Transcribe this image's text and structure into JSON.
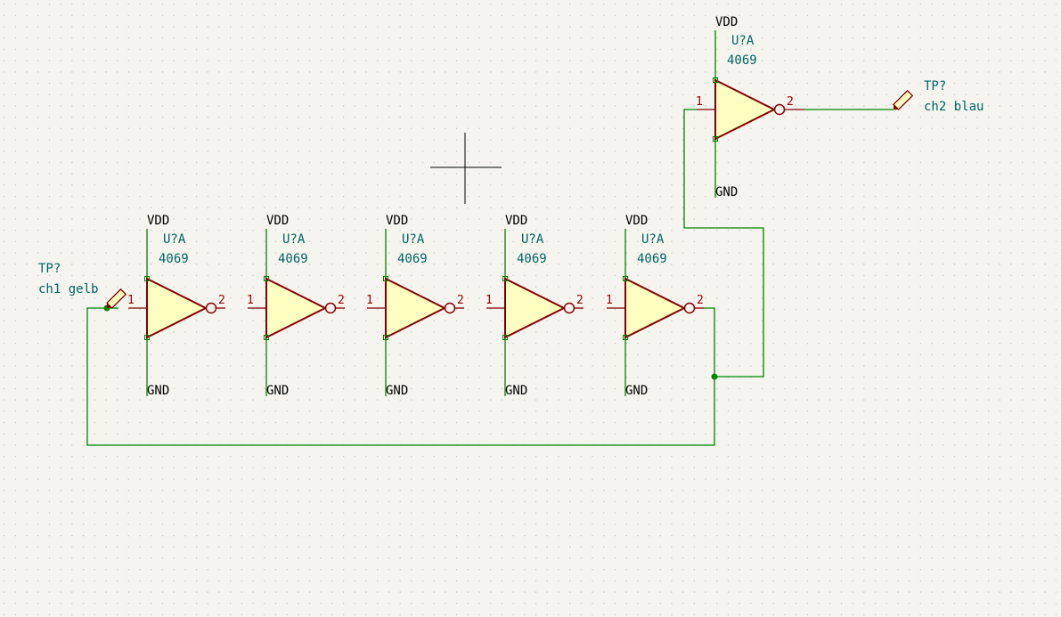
{
  "colors": {
    "background": "#f5f4ef",
    "grid_dot": "#c9c8c2",
    "wire": "#008400",
    "symbol_body": "#840000",
    "symbol_fill": "#ffffc2",
    "power_text": "#000000",
    "ref_text": "#006464",
    "pin_number": "#a00000",
    "cursor": "#000000"
  },
  "inverters": [
    {
      "vdd": "VDD",
      "ref": "U?A",
      "value": "4069",
      "gnd": "GND",
      "pin_in": "1",
      "pin_out": "2"
    },
    {
      "vdd": "VDD",
      "ref": "U?A",
      "value": "4069",
      "gnd": "GND",
      "pin_in": "1",
      "pin_out": "2"
    },
    {
      "vdd": "VDD",
      "ref": "U?A",
      "value": "4069",
      "gnd": "GND",
      "pin_in": "1",
      "pin_out": "2"
    },
    {
      "vdd": "VDD",
      "ref": "U?A",
      "value": "4069",
      "gnd": "GND",
      "pin_in": "1",
      "pin_out": "2"
    },
    {
      "vdd": "VDD",
      "ref": "U?A",
      "value": "4069",
      "gnd": "GND",
      "pin_in": "1",
      "pin_out": "2"
    },
    {
      "vdd": "VDD",
      "ref": "U?A",
      "value": "4069",
      "gnd": "GND",
      "pin_in": "1",
      "pin_out": "2"
    }
  ],
  "testpoints": [
    {
      "ref": "TP?",
      "label": "ch1 gelb",
      "icon": "probe-icon"
    },
    {
      "ref": "TP?",
      "label": "ch2 blau",
      "icon": "probe-icon"
    }
  ],
  "cursor_icon": "crosshair-icon"
}
